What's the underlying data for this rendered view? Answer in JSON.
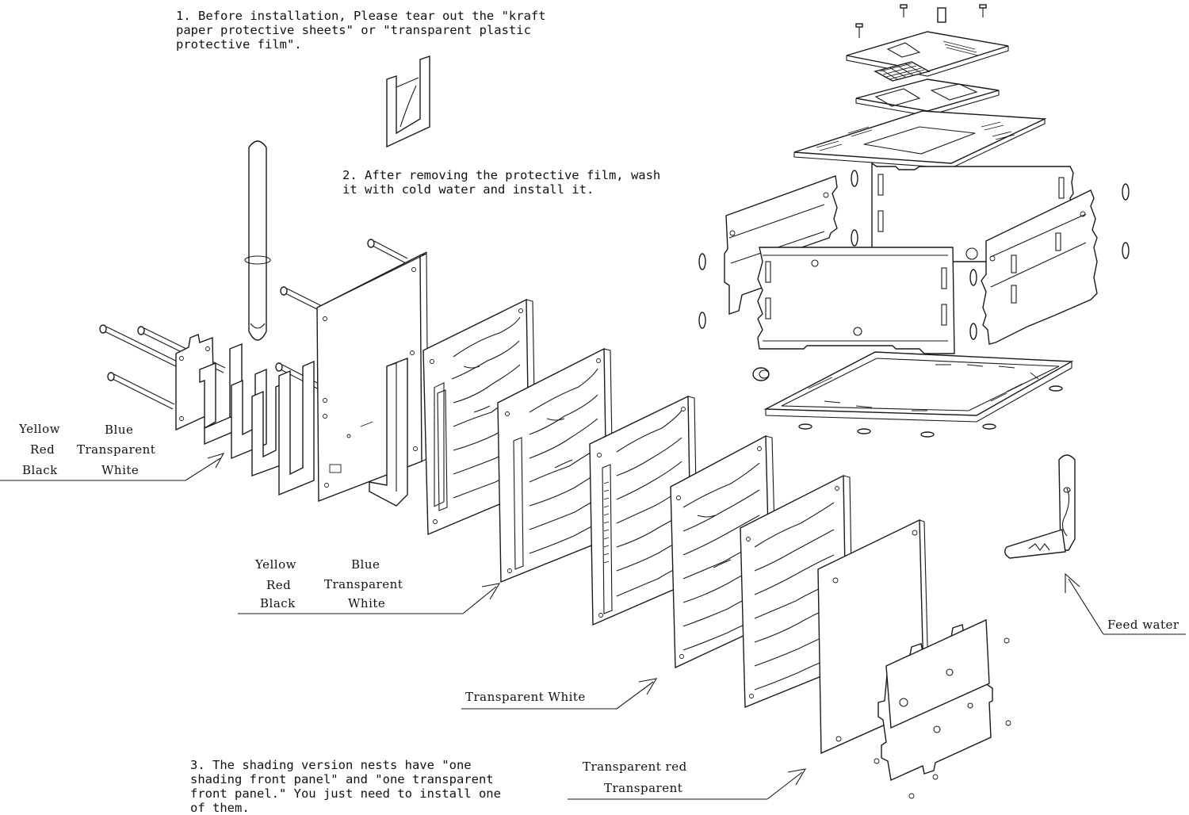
{
  "notes": {
    "step1": "1. Before installation, Please tear out the \"kraft\npaper protective sheets\" or \"transparent plastic\nprotective film\".",
    "step2": "2. After removing the protective film, wash\nit with cold water and install it.",
    "step3": "3. The shading version nests have \"one\nshading front panel\" and \"one transparent\nfront panel.\" You just need to install one\nof them."
  },
  "labels": {
    "group1": {
      "yellow": "Yellow",
      "blue": "Blue",
      "red": "Red",
      "transparent": "Transparent",
      "black": "Black",
      "white": "White"
    },
    "group2": {
      "yellow": "Yellow",
      "blue": "Blue",
      "red": "Red",
      "transparent": "Transparent",
      "black": "Black",
      "white": "White"
    },
    "transparent_white": "Transparent White",
    "transparent_red": "Transparent red",
    "transparent": "Transparent",
    "feed_water": "Feed water"
  },
  "colors": {
    "ink": "#1a1a1a",
    "background": "#ffffff"
  }
}
